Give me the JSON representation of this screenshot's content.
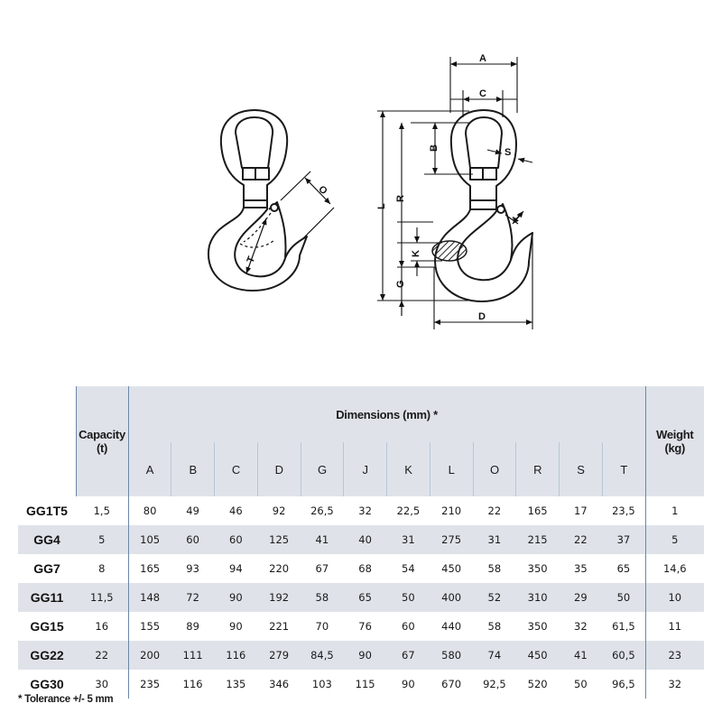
{
  "diagram": {
    "labels": {
      "A": "A",
      "B": "B",
      "C": "C",
      "D": "D",
      "G": "G",
      "J": "J",
      "K": "K",
      "L": "L",
      "O": "O",
      "R": "R",
      "S": "S",
      "T": "T"
    },
    "colors": {
      "stroke": "#1a1a1a",
      "hook_fill": "#ffffff",
      "section_hatch": "#333333"
    }
  },
  "table": {
    "header": {
      "capacity": "Capacity (t)",
      "dimensions": "Dimensions (mm) *",
      "weight": "Weight (kg)",
      "dim_columns": [
        "A",
        "B",
        "C",
        "D",
        "G",
        "J",
        "K",
        "L",
        "O",
        "R",
        "S",
        "T"
      ]
    },
    "rows": [
      {
        "model": "GG1T5",
        "capacity": "1,5",
        "dims": [
          "80",
          "49",
          "46",
          "92",
          "26,5",
          "32",
          "22,5",
          "210",
          "22",
          "165",
          "17",
          "23,5"
        ],
        "weight": "1"
      },
      {
        "model": "GG4",
        "capacity": "5",
        "dims": [
          "105",
          "60",
          "60",
          "125",
          "41",
          "40",
          "31",
          "275",
          "31",
          "215",
          "22",
          "37"
        ],
        "weight": "5"
      },
      {
        "model": "GG7",
        "capacity": "8",
        "dims": [
          "165",
          "93",
          "94",
          "220",
          "67",
          "68",
          "54",
          "450",
          "58",
          "350",
          "35",
          "65"
        ],
        "weight": "14,6"
      },
      {
        "model": "GG11",
        "capacity": "11,5",
        "dims": [
          "148",
          "72",
          "90",
          "192",
          "58",
          "65",
          "50",
          "400",
          "52",
          "310",
          "29",
          "50"
        ],
        "weight": "10"
      },
      {
        "model": "GG15",
        "capacity": "16",
        "dims": [
          "155",
          "89",
          "90",
          "221",
          "70",
          "76",
          "60",
          "440",
          "58",
          "350",
          "32",
          "61,5"
        ],
        "weight": "11"
      },
      {
        "model": "GG22",
        "capacity": "22",
        "dims": [
          "200",
          "111",
          "116",
          "279",
          "84,5",
          "90",
          "67",
          "580",
          "74",
          "450",
          "41",
          "60,5"
        ],
        "weight": "23"
      },
      {
        "model": "GG30",
        "capacity": "30",
        "dims": [
          "235",
          "116",
          "135",
          "346",
          "103",
          "115",
          "90",
          "670",
          "92,5",
          "520",
          "50",
          "96,5"
        ],
        "weight": "32"
      }
    ],
    "colors": {
      "band": "#dfe3e9",
      "divider": "#6b87a8"
    }
  },
  "footnote": "* Tolerance +/- 5 mm"
}
